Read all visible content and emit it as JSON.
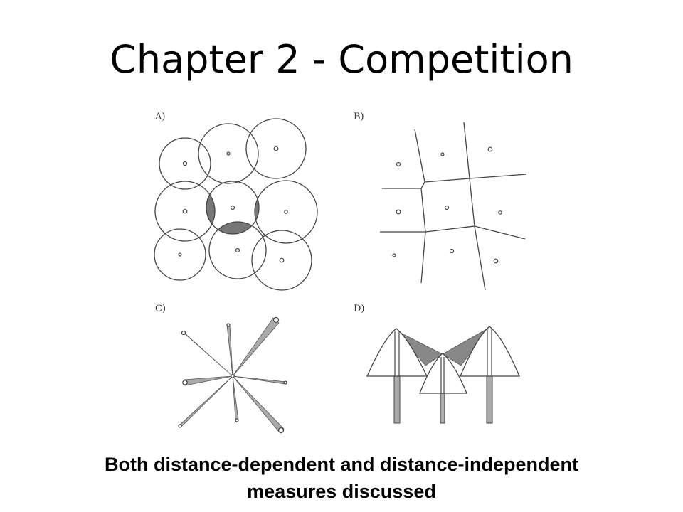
{
  "slide": {
    "title": "Chapter 2 - Competition",
    "caption_line1": "Both distance-dependent and distance-independent",
    "caption_line2": "measures discussed"
  },
  "figure": {
    "panels": [
      {
        "id": "A",
        "label": "A)"
      },
      {
        "id": "B",
        "label": "B)"
      },
      {
        "id": "C",
        "label": "C)"
      },
      {
        "id": "D",
        "label": "D)"
      }
    ]
  },
  "colors": {
    "line": "#444444",
    "shade": "#777777",
    "light_shade": "#aaaaaa",
    "text": "#000000",
    "background": "#ffffff"
  }
}
